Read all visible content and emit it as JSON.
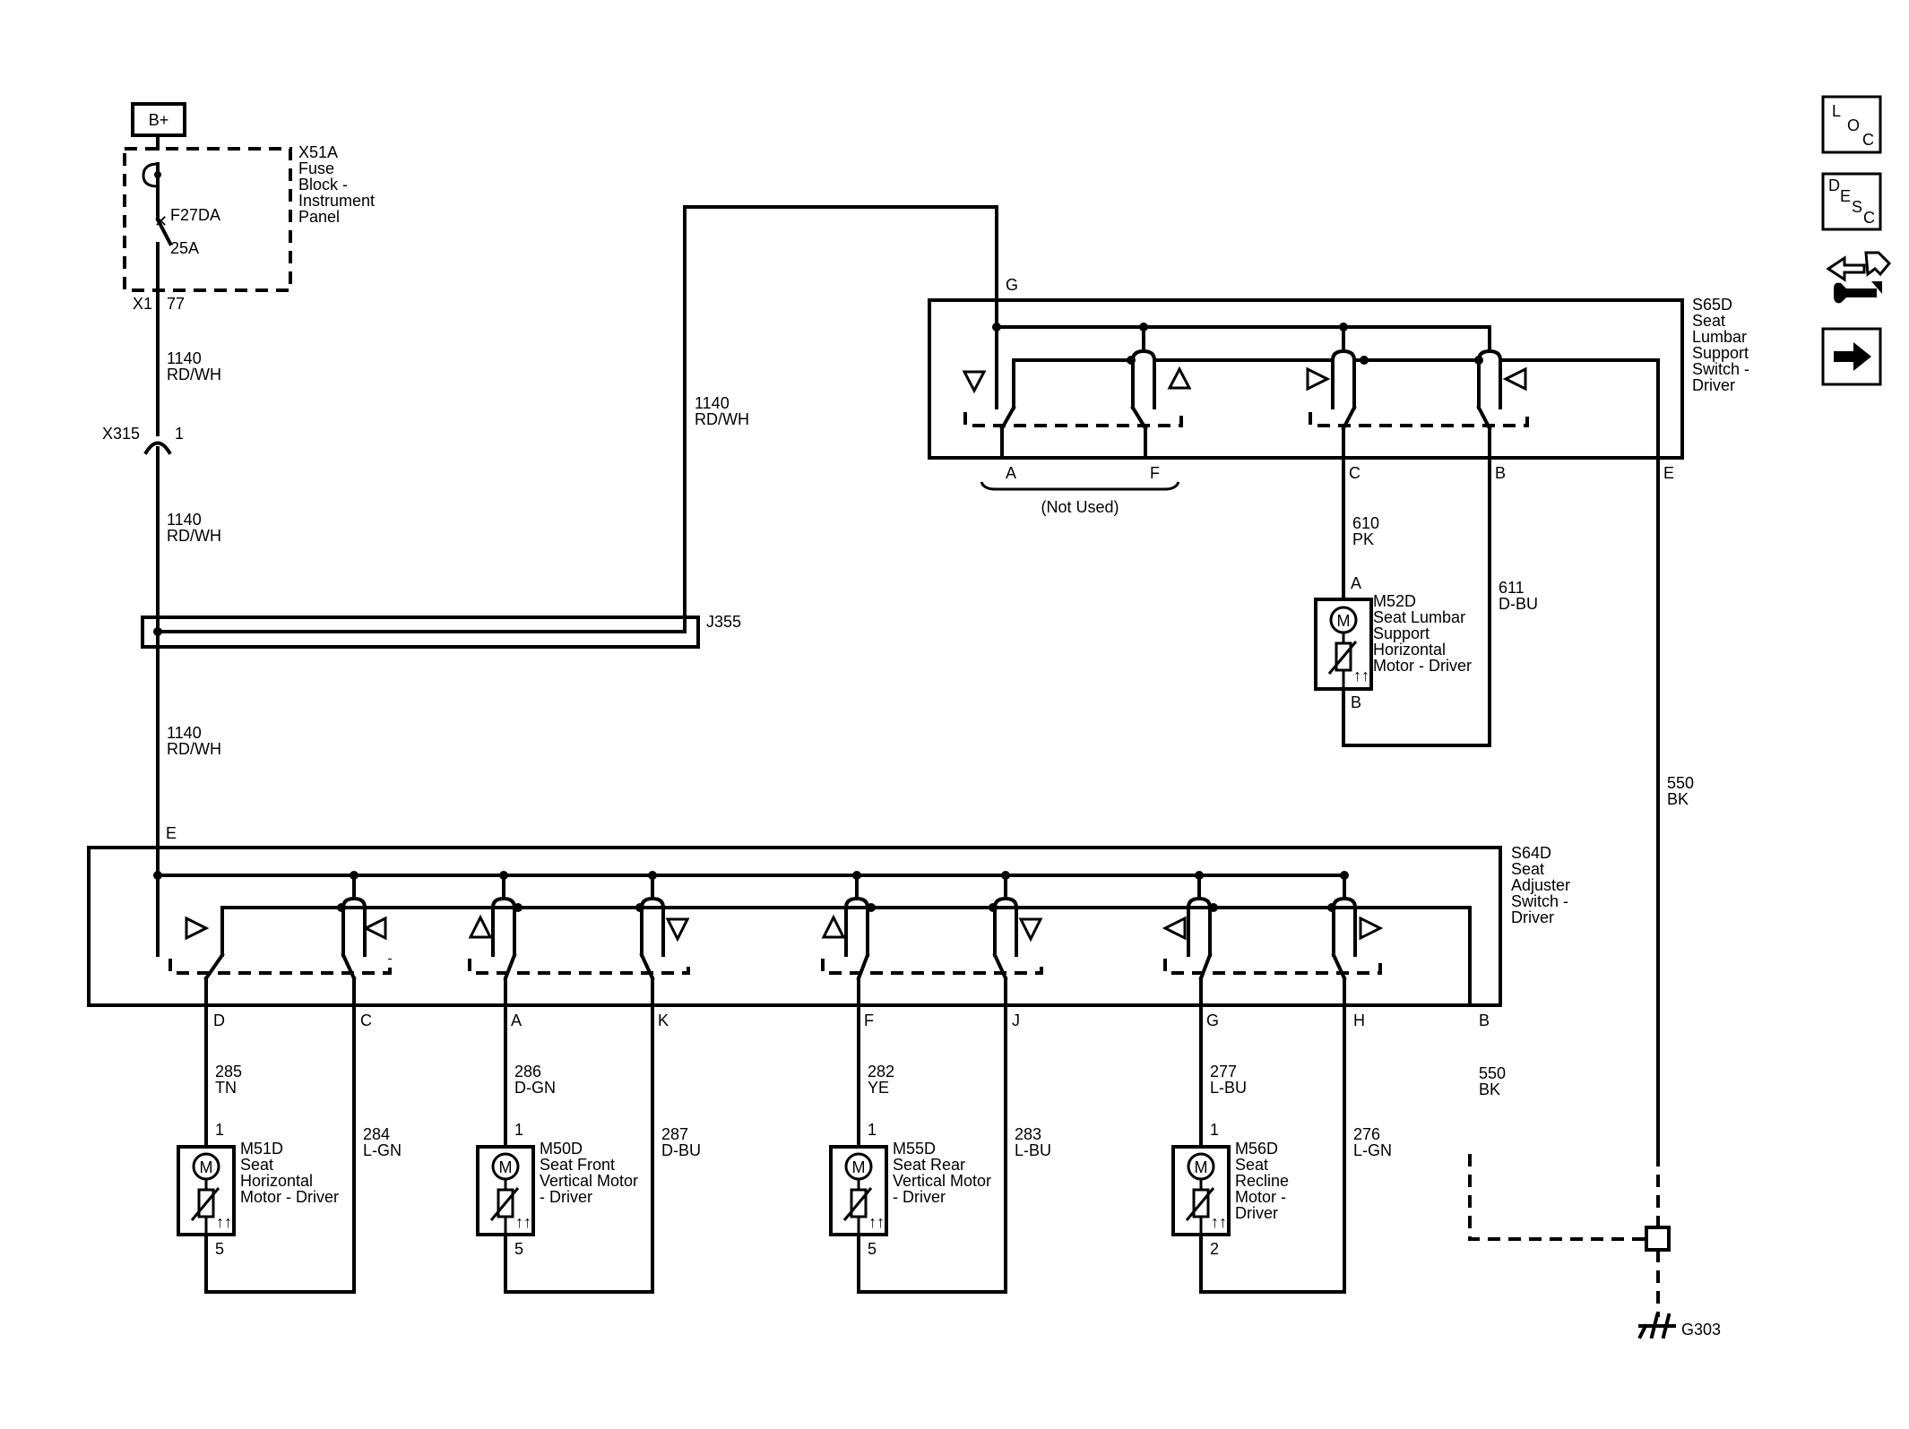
{
  "power": {
    "label": "B+"
  },
  "fuse_block": {
    "id": "X51A",
    "name_lines": [
      "Fuse",
      "Block -",
      "Instrument",
      "Panel"
    ],
    "fuse": "F27DA",
    "rating": "25A",
    "connector": "X1",
    "pin": "77"
  },
  "inline": {
    "id": "X315",
    "pin": "1"
  },
  "splice": {
    "id": "J355"
  },
  "wire_main": {
    "circuit": "1140",
    "color": "RD/WH"
  },
  "lumbar_switch": {
    "id": "S65D",
    "name_lines": [
      "Seat",
      "Lumbar",
      "Support",
      "Switch -",
      "Driver"
    ],
    "pin_top": "G",
    "pins": [
      "A",
      "F",
      "C",
      "B",
      "E"
    ],
    "not_used": "(Not Used)"
  },
  "lumbar_motor": {
    "id": "M52D",
    "name_lines": [
      "Seat Lumbar",
      "Support",
      "Horizontal",
      "Motor - Driver"
    ],
    "pin_a": "A",
    "pin_b": "B",
    "symbol": "M",
    "wire_a": {
      "circuit": "610",
      "color": "PK"
    },
    "wire_b": {
      "circuit": "611",
      "color": "D-BU"
    }
  },
  "ground_wire": {
    "circuit": "550",
    "color": "BK"
  },
  "ground": {
    "id": "G303"
  },
  "adjuster_switch": {
    "id": "S64D",
    "name_lines": [
      "Seat",
      "Adjuster",
      "Switch -",
      "Driver"
    ],
    "pin_top": "E",
    "pins": [
      "D",
      "C",
      "A",
      "K",
      "F",
      "J",
      "G",
      "H",
      "B"
    ]
  },
  "motors": [
    {
      "id": "M51D",
      "name_lines": [
        "Seat",
        "Horizontal",
        "Motor - Driver"
      ],
      "pin_top": "1",
      "pin_bottom": "5",
      "symbol": "M",
      "wire_left": {
        "circuit": "285",
        "color": "TN"
      },
      "wire_right": {
        "circuit": "284",
        "color": "L-GN"
      }
    },
    {
      "id": "M50D",
      "name_lines": [
        "Seat Front",
        "Vertical Motor",
        "- Driver"
      ],
      "pin_top": "1",
      "pin_bottom": "5",
      "symbol": "M",
      "wire_left": {
        "circuit": "286",
        "color": "D-GN"
      },
      "wire_right": {
        "circuit": "287",
        "color": "D-BU"
      }
    },
    {
      "id": "M55D",
      "name_lines": [
        "Seat Rear",
        "Vertical Motor",
        "- Driver"
      ],
      "pin_top": "1",
      "pin_bottom": "5",
      "symbol": "M",
      "wire_left": {
        "circuit": "282",
        "color": "YE"
      },
      "wire_right": {
        "circuit": "283",
        "color": "L-BU"
      }
    },
    {
      "id": "M56D",
      "name_lines": [
        "Seat",
        "Recline",
        "Motor -",
        "Driver"
      ],
      "pin_top": "1",
      "pin_bottom": "2",
      "symbol": "M",
      "wire_left": {
        "circuit": "277",
        "color": "L-BU"
      },
      "wire_right": {
        "circuit": "276",
        "color": "L-GN"
      }
    }
  ],
  "nav": {
    "loc": [
      "L",
      "O",
      "C"
    ],
    "desc": [
      "D",
      "E",
      "S",
      "C"
    ],
    "icons": [
      "location-button",
      "description-button",
      "connector-icon",
      "next-arrow-icon"
    ]
  }
}
